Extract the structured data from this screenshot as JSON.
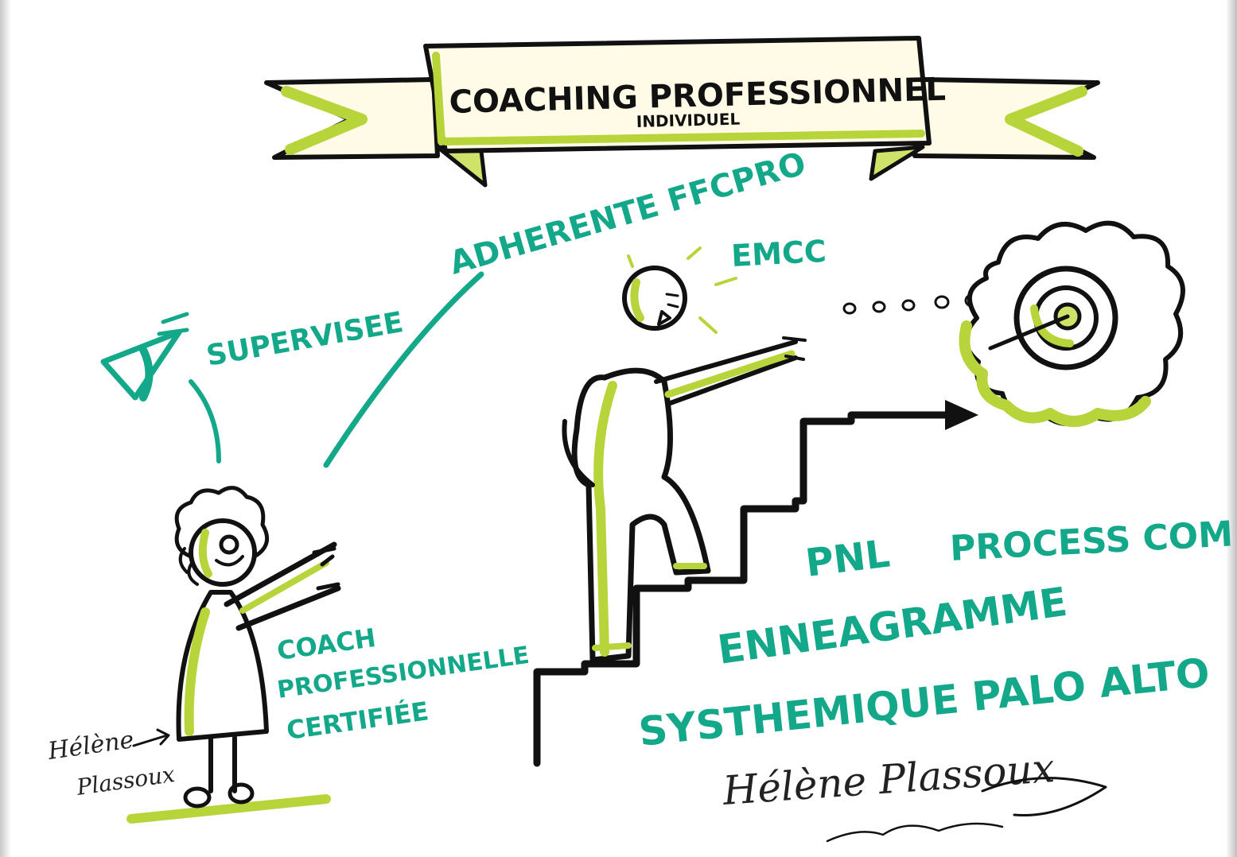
{
  "banner": {
    "title": "COACHING PROFESSIONNEL",
    "subtitle": "INDIVIDUEL"
  },
  "labels": {
    "supervisee": "SUPERVISEE",
    "adherente": "ADHERENTE FFCPRO",
    "emcc": "EMCC",
    "coach_line1": "COACH",
    "coach_line2": "PROFESSIONNELLE",
    "coach_line3": "CERTIFIÉE",
    "pnl": "PNL",
    "process_com": "PROCESS COM",
    "enneagramme": "ENNEAGRAMME",
    "systhemique": "SYSTHEMIQUE PALO ALTO"
  },
  "signatures": {
    "small_line1": "Hélène",
    "small_line2": "Plassoux",
    "large": "Hélène Plassoux"
  },
  "colors": {
    "teal": "#13a88a",
    "lime": "#b7d53a",
    "ink": "#111111",
    "banner_fill": "#fffbe6"
  }
}
